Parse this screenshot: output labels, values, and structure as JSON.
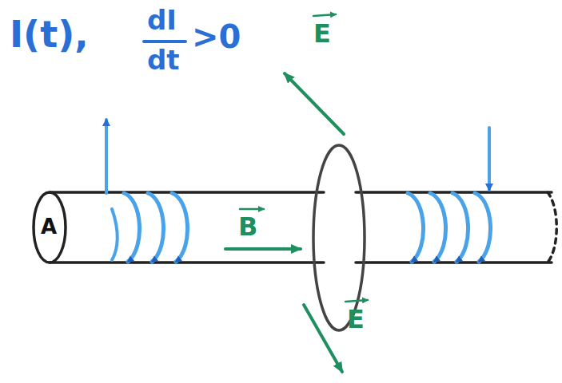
{
  "diagram": {
    "labels": [
      "I(t),",
      "dI",
      "dt",
      ">0",
      "A",
      "B",
      "E",
      "E"
    ]
  }
}
